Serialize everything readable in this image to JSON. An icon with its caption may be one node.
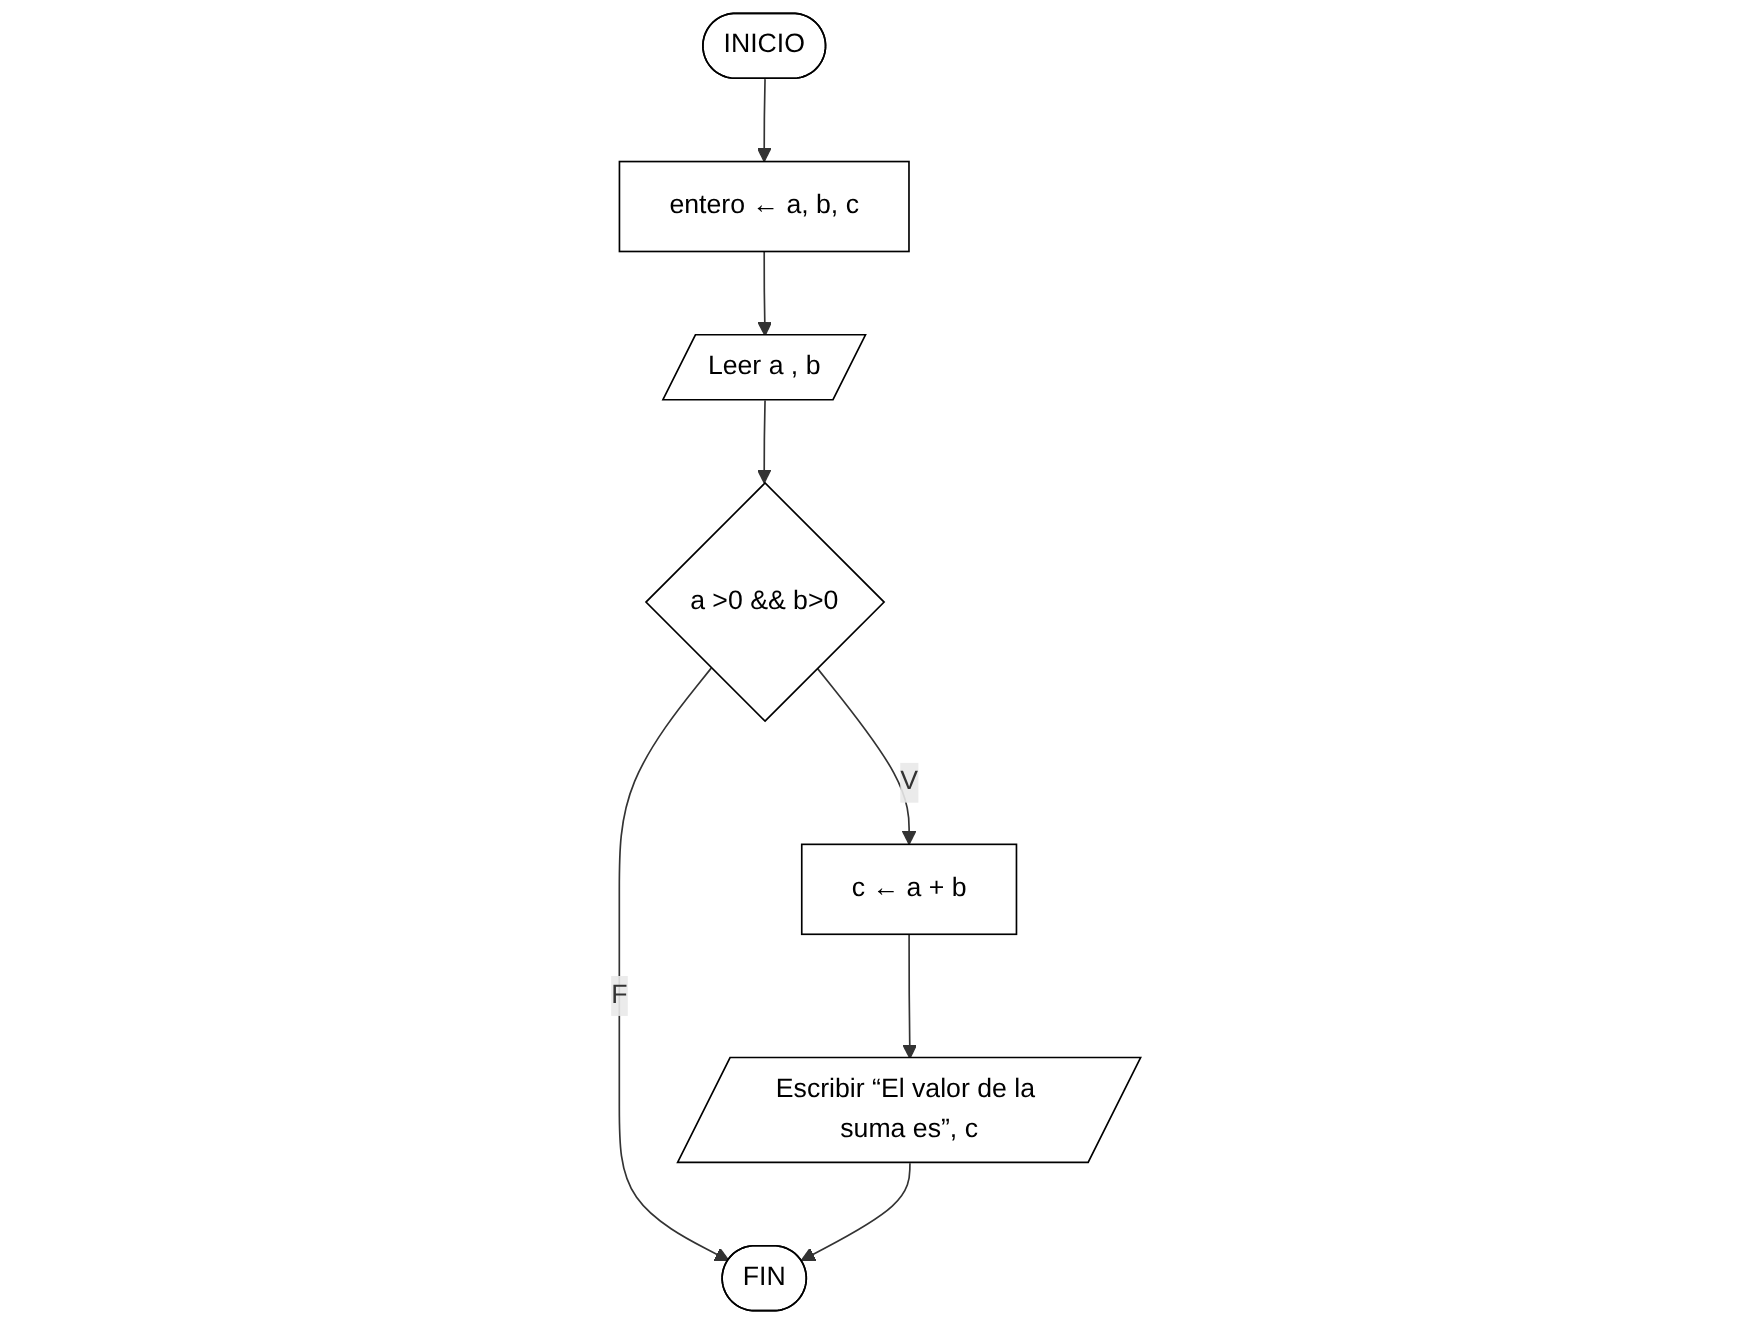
{
  "diagram": {
    "nodes": [
      {
        "text": [
          "INICIO"
        ]
      },
      {
        "text": [
          "entero ← a, b, c"
        ]
      },
      {
        "text": [
          "Leer a , b"
        ]
      },
      {
        "text": [
          "a >0 && b>0"
        ]
      },
      {
        "text": [
          "c ← a + b"
        ]
      },
      {
        "text": [
          "Escribir “El valor de la suma es”, c"
        ]
      },
      {
        "text": [
          "FIN"
        ]
      }
    ],
    "edges": [
      {
        "from": 0,
        "to": 1,
        "arrow": "to"
      },
      {
        "from": 1,
        "to": 2,
        "arrow": "to"
      },
      {
        "from": 2,
        "to": 3,
        "arrow": "to"
      },
      {
        "from": 3,
        "to": 4,
        "arrow": "to",
        "label": "V"
      },
      {
        "from": 4,
        "to": 5,
        "arrow": "to"
      },
      {
        "from": 3,
        "to": 6,
        "arrow": "to",
        "label": "F"
      },
      {
        "from": 5,
        "to": 6,
        "arrow": "to"
      }
    ]
  }
}
